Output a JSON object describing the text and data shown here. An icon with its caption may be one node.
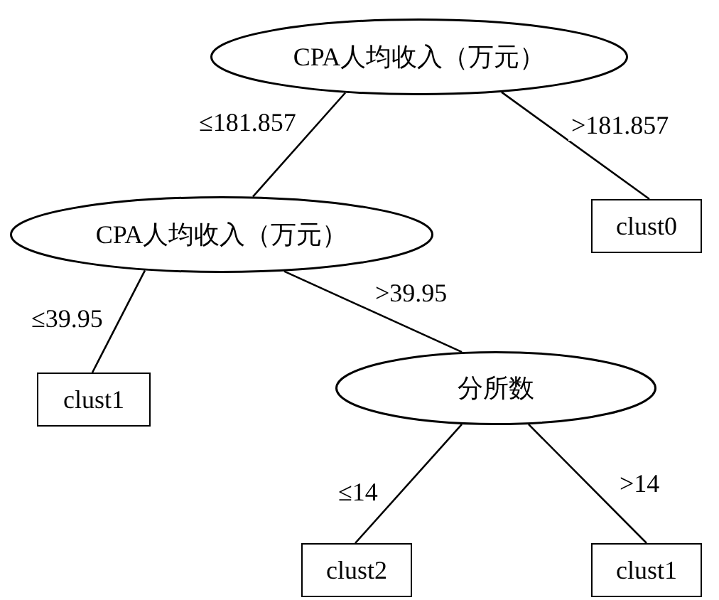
{
  "diagram": {
    "nodes": [
      {
        "text": [
          "CPA人均收入（万元）"
        ]
      },
      {
        "text": [
          "CPA人均收入（万元）"
        ]
      },
      {
        "text": [
          "clust0"
        ]
      },
      {
        "text": [
          "clust1"
        ]
      },
      {
        "text": [
          "分所数"
        ]
      },
      {
        "text": [
          "clust2"
        ]
      },
      {
        "text": [
          "clust1"
        ]
      }
    ],
    "edges": [
      {
        "from": 0,
        "to": 1,
        "arrow": "none",
        "label": "≤181.857"
      },
      {
        "from": 0,
        "to": 2,
        "arrow": "none",
        "label": ">181.857"
      },
      {
        "from": 1,
        "to": 3,
        "arrow": "none",
        "label": "≤39.95"
      },
      {
        "from": 1,
        "to": 4,
        "arrow": "none",
        "label": ">39.95"
      },
      {
        "from": 4,
        "to": 5,
        "arrow": "none",
        "label": "≤14"
      },
      {
        "from": 4,
        "to": 6,
        "arrow": "none",
        "label": ">14"
      }
    ]
  }
}
